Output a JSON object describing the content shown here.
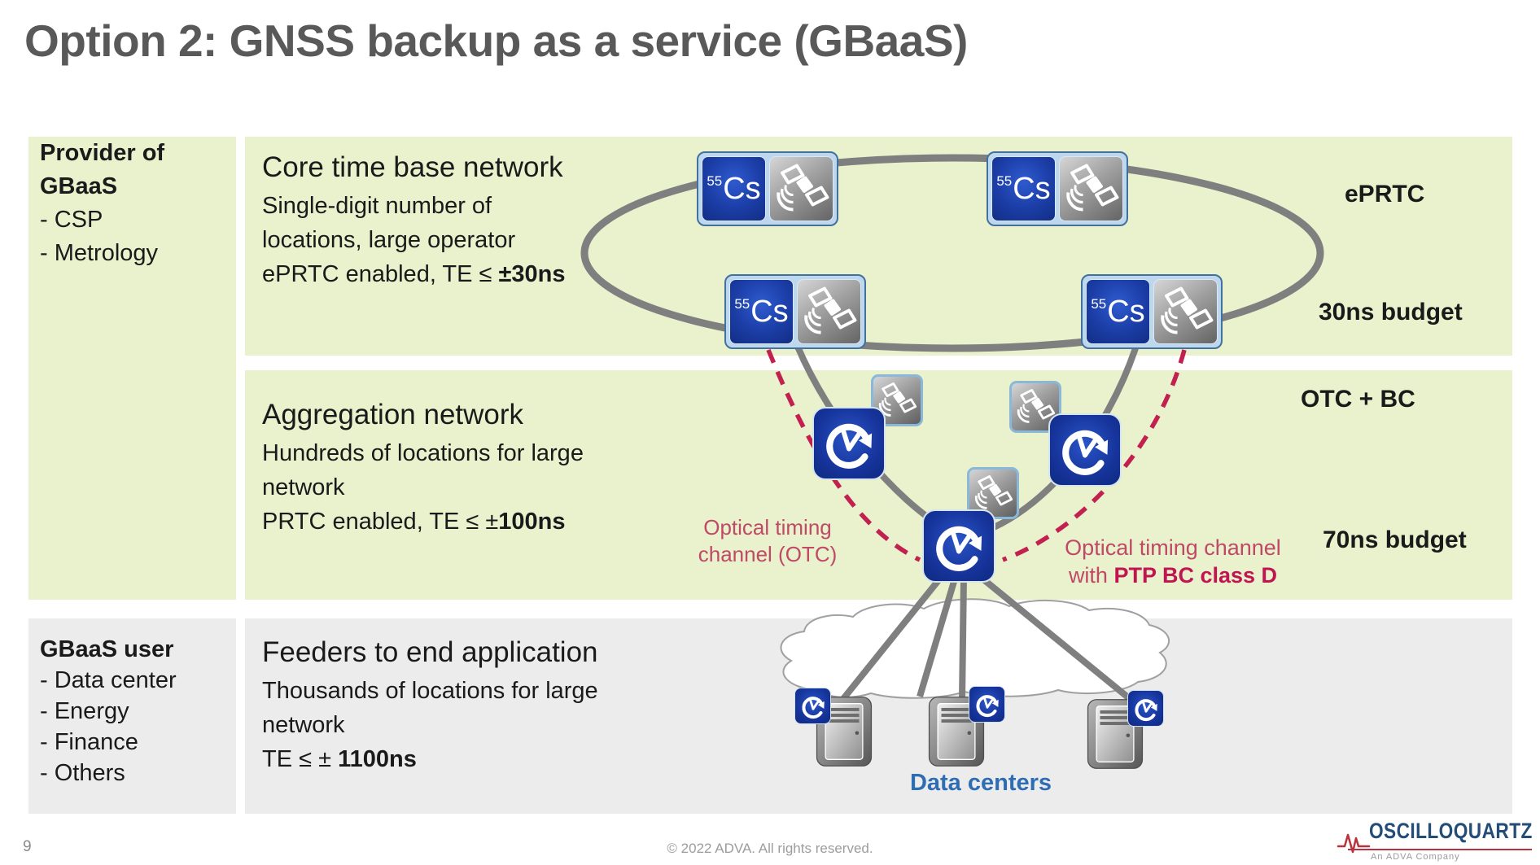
{
  "slide": {
    "title": "Option 2: GNSS backup as a service (GBaaS)"
  },
  "sidebar": {
    "provider": {
      "title": "Provider of GBaaS",
      "items": [
        "- CSP",
        "- Metrology"
      ]
    },
    "user": {
      "title": "GBaaS user",
      "items": [
        "- Data center",
        "- Energy",
        "- Finance",
        "- Others"
      ]
    }
  },
  "rows": {
    "core": {
      "heading": "Core time base network",
      "line1": "Single-digit number of",
      "line2": "locations, large operator",
      "value_prefix": "ePRTC enabled, TE ≤ ",
      "value_bold": "±30ns",
      "side_label_top": "ePRTC",
      "side_label_bottom": "30ns budget"
    },
    "aggregation": {
      "heading": "Aggregation network",
      "line1": "Hundreds of locations for large",
      "line2": "network",
      "value_prefix": "PRTC enabled, TE ≤ ±",
      "value_bold": "100ns",
      "side_label_top": "OTC + BC",
      "side_label_bottom": "70ns budget"
    },
    "feeders": {
      "heading": "Feeders to end application",
      "line1": "Thousands of locations for large",
      "line2": "network",
      "value_prefix": "TE ≤ ± ",
      "value_bold": "1100ns"
    }
  },
  "diagram": {
    "cesium_superscript": "55",
    "cesium_symbol": "Cs",
    "otc_label": {
      "line1": "Optical timing",
      "line2": "channel (OTC)"
    },
    "otc_bc_label": {
      "line1": "Optical timing channel",
      "line2_prefix": "with ",
      "line2_bold": "PTP BC class D"
    },
    "data_centers_label": "Data centers"
  },
  "footer": {
    "page_number": "9",
    "copyright": "© 2022 ADVA. All rights reserved.",
    "logo_text": "OSCILLOQUARTZ",
    "logo_tagline": "An ADVA Company"
  },
  "colors": {
    "band_green": "#e9f1cd",
    "band_gray": "#ececec",
    "ring_gray": "#7f7f7f",
    "dashed_crimson": "#c2204e",
    "label_rose": "#bf4a66",
    "label_rose_bold": "#c01551",
    "data_center_blue": "#2e6db4",
    "cesium_blue": "#16349b",
    "logo_navy": "#234d77",
    "title_gray": "#595959"
  }
}
